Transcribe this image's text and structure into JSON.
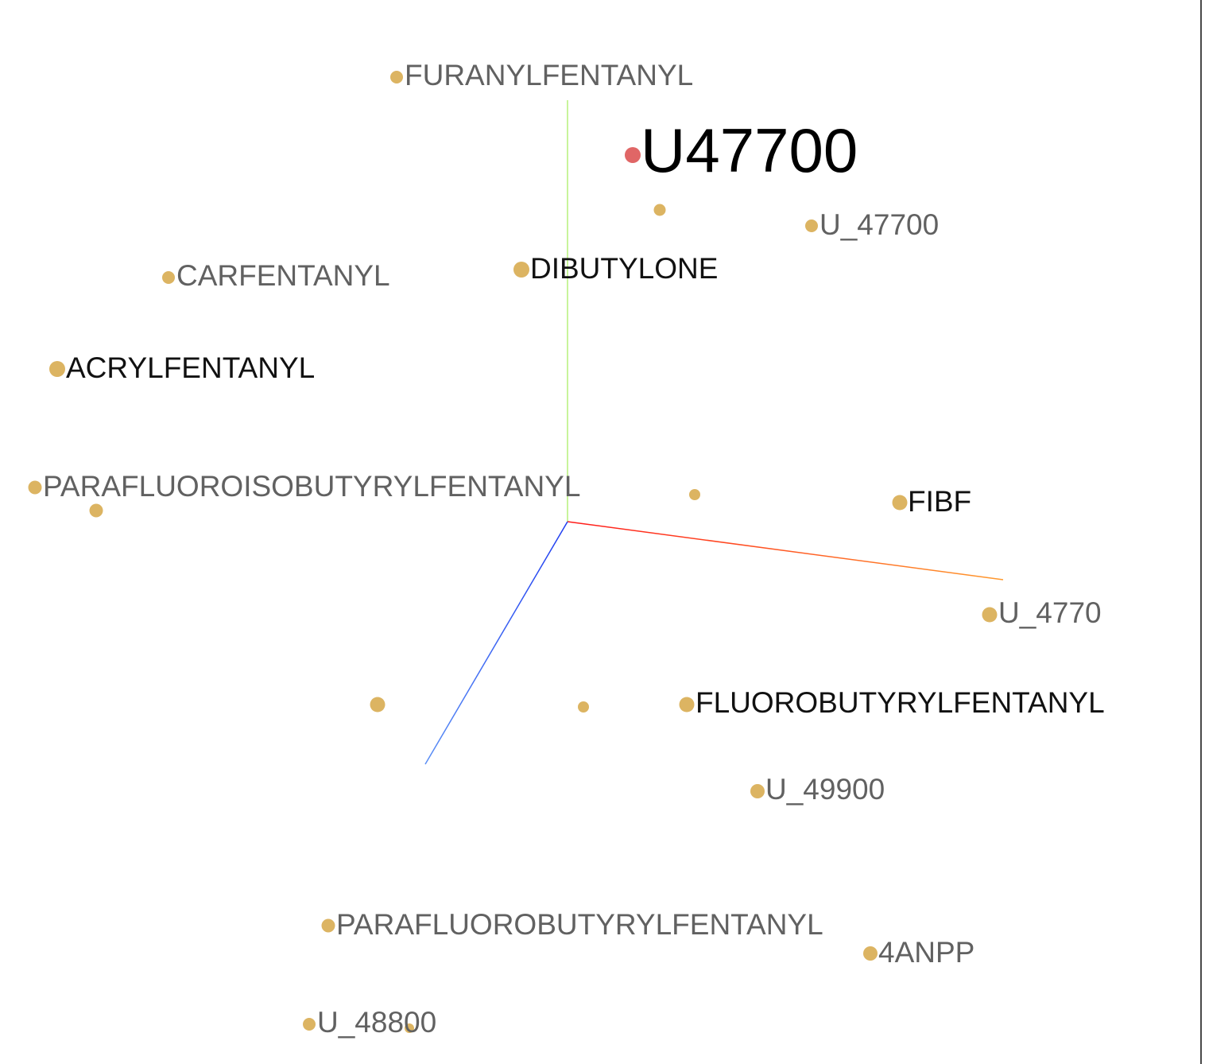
{
  "colors": {
    "point": "#dcb462",
    "selected_point": "#e06666",
    "x_axis": "#ff3b1f",
    "y_axis": "#b6f07a",
    "z_axis": "#3a5df0"
  },
  "selected": {
    "label": "U47700"
  },
  "labels": {
    "furanylfentanyl": "FURANYLFENTANYL",
    "u_47700": "U_47700",
    "carfentanyl": "CARFENTANYL",
    "dibutylone": "DIBUTYLONE",
    "acrylfentanyl": "ACRYLFENTANYL",
    "parafluoroisobutyrylfentanyl": "PARAFLUOROISOBUTYRYLFENTANYL",
    "fibf": "FIBF",
    "u_4770": "U_4770",
    "fluorobutyrylfentanyl": "FLUOROBUTYRYLFENTANYL",
    "u_49900": "U_49900",
    "parafluorobutyrylfentanyl": "PARAFLUOROBUTYRYLFENTANYL",
    "anpp": "4ANPP",
    "u_48800": "U_48800"
  }
}
